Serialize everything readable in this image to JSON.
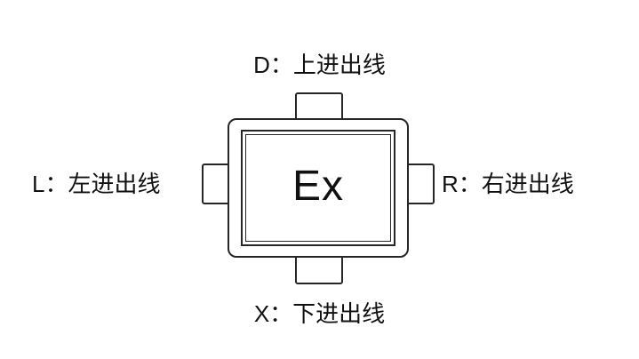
{
  "diagram": {
    "title": "junction-box-wire-entry-directions",
    "center_marking": "Ex",
    "labels": {
      "top": "D：上进出线",
      "bottom": "X：下进出线",
      "left": "L：左进出线",
      "right": "R：右进出线"
    },
    "colors": {
      "line": "#262626",
      "text": "#111111",
      "background": "#ffffff"
    }
  }
}
